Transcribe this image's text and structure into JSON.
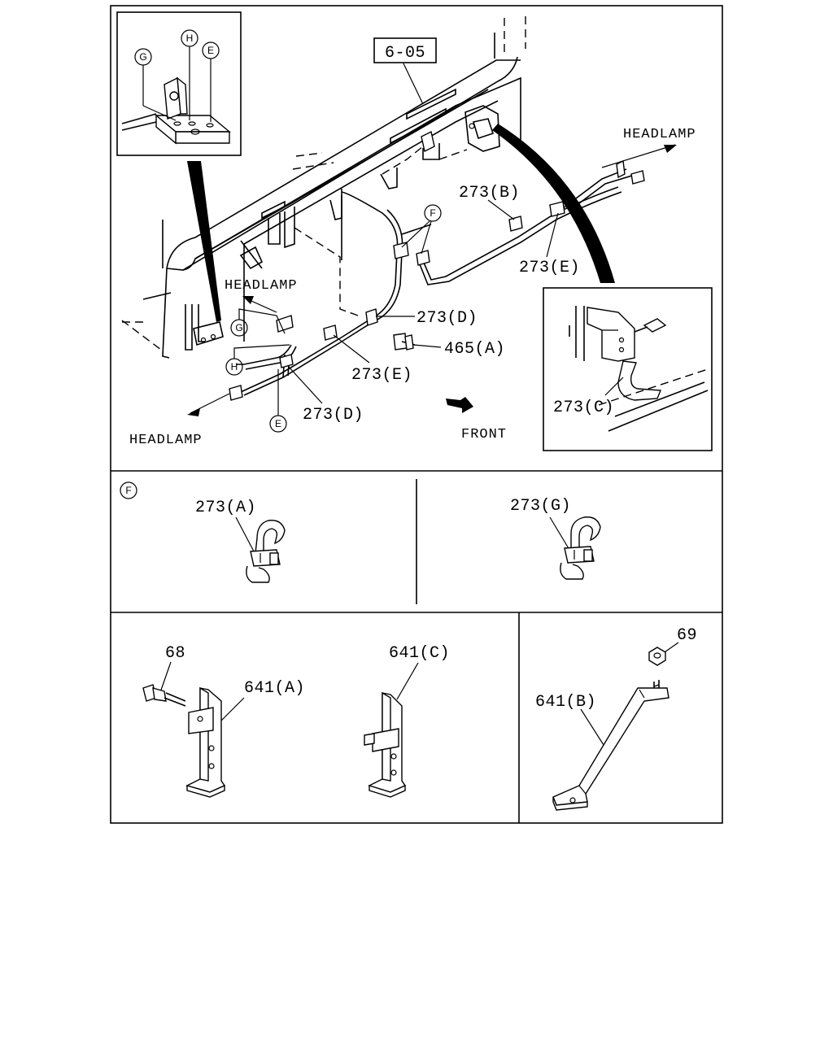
{
  "labels": {
    "ref_6_05": "6-05",
    "headlamp_top_right": "HEADLAMP",
    "headlamp_middle": "HEADLAMP",
    "headlamp_bottom_left": "HEADLAMP",
    "front": "FRONT",
    "p273B": "273(B)",
    "p273E_right": "273(E)",
    "p273D_upper": "273(D)",
    "p465A": "465(A)",
    "p273E_lower": "273(E)",
    "p273D_lower": "273(D)",
    "p273C": "273(C)",
    "p273A": "273(A)",
    "p273G": "273(G)",
    "p68": "68",
    "p641A": "641(A)",
    "p641C": "641(C)",
    "p69": "69",
    "p641B": "641(B)"
  },
  "callouts": {
    "g_inset": "G",
    "h_inset": "H",
    "e_inset": "E",
    "f_main": "F",
    "g_main": "G",
    "h_main": "H",
    "e_main": "E",
    "f_section": "F"
  }
}
